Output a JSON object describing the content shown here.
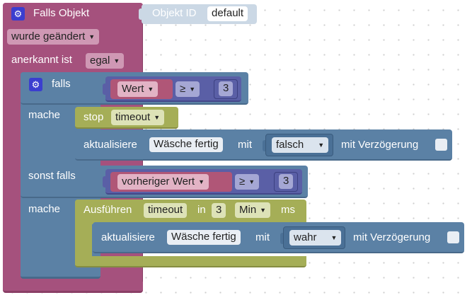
{
  "colors": {
    "trigger": "#a5517d",
    "trigger_dark": "#8a3f66",
    "trigger_field": "#cf98b4",
    "logic": "#5b81a5",
    "logic_dark": "#48698a",
    "math": "#5a5fa6",
    "math_field": "#a5a7d4",
    "timeout": "#a5ae57",
    "timeout_field": "#dde2b7",
    "value_block": "#b05677",
    "value_field": "#e2b3c5",
    "bool_block": "#5b80a5",
    "id_block": "#cbd8e5"
  },
  "trigger": {
    "title": "Falls Objekt",
    "id_label": "Objekt ID",
    "id_value": "default",
    "changed": "wurde geändert",
    "acknowledged_label": "anerkannt ist",
    "acknowledged_value": "egal"
  },
  "if_block": {
    "if_label": "falls",
    "do_label": "mache",
    "elseif_label": "sonst falls",
    "do2_label": "mache"
  },
  "cond1": {
    "value": "Wert",
    "op": "≥",
    "number": "3"
  },
  "cond2": {
    "value": "vorheriger Wert",
    "op": "≥",
    "number": "3"
  },
  "stop": {
    "label": "stop",
    "value": "timeout"
  },
  "update1": {
    "label": "aktualisiere",
    "target": "Wäsche fertig",
    "with": "mit",
    "bool": "falsch",
    "delay": "mit Verzögerung"
  },
  "exec": {
    "label": "Ausführen",
    "timeout": "timeout",
    "in": "in",
    "number": "3",
    "unit": "Min",
    "ms": "ms"
  },
  "update2": {
    "label": "aktualisiere",
    "target": "Wäsche fertig",
    "with": "mit",
    "bool": "wahr",
    "delay": "mit Verzögerung"
  },
  "icons": {
    "settings": "gear-icon",
    "dropdown": "triangle-down"
  }
}
